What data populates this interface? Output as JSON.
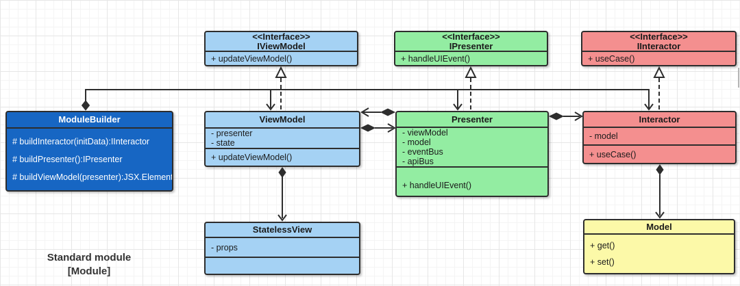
{
  "canvas_label": {
    "line1": "Standard module",
    "line2": "[Module]"
  },
  "colors": {
    "canvas_bg": "#ffffff",
    "grid_minor": "#f4f4f4",
    "grid_major": "#e6e6e6",
    "stroke_dark": "#2d2d2d",
    "text_dark": "#1a1a1a",
    "text_light": "#ffffff",
    "class_blue_dark": "#1766c3",
    "class_blue_light": "#a5d2f4",
    "class_green": "#93eda2",
    "class_red": "#f48f8f",
    "class_yellow": "#fcf9a8"
  },
  "classes": {
    "module_builder": {
      "title": "ModuleBuilder",
      "methods": [
        "# buildInteractor(initData):IInteractor",
        "# buildPresenter():IPresenter",
        "# buildViewModel(presenter):JSX.Element"
      ]
    },
    "i_view_model": {
      "stereotype": "<<Interface>>",
      "name": "IViewModel",
      "methods": [
        "+ updateViewModel()"
      ]
    },
    "i_presenter": {
      "stereotype": "<<Interface>>",
      "name": "IPresenter",
      "methods": [
        "+ handleUIEvent()"
      ]
    },
    "i_interactor": {
      "stereotype": "<<Interface>>",
      "name": "IInteractor",
      "methods": [
        "+ useCase()"
      ]
    },
    "view_model": {
      "title": "ViewModel",
      "attributes": [
        "- presenter",
        "- state"
      ],
      "methods": [
        "+ updateViewModel()"
      ]
    },
    "presenter": {
      "title": "Presenter",
      "attributes": [
        "- viewModel",
        "- model",
        "- eventBus",
        "- apiBus"
      ],
      "methods": [
        "+ handleUIEvent()"
      ]
    },
    "interactor": {
      "title": "Interactor",
      "attributes": [
        "- model"
      ],
      "methods": [
        "+ useCase()"
      ]
    },
    "stateless_view": {
      "title": "StatelessView",
      "attributes": [
        "- props"
      ],
      "methods": []
    },
    "model": {
      "title": "Model",
      "methods": [
        "+ get()",
        "+ set()"
      ]
    }
  },
  "relationships": [
    {
      "type": "composition",
      "from": "ModuleBuilder",
      "to": "ViewModel, Presenter, Interactor"
    },
    {
      "type": "realization",
      "from": "ViewModel",
      "to": "IViewModel"
    },
    {
      "type": "realization",
      "from": "Presenter",
      "to": "IPresenter"
    },
    {
      "type": "realization",
      "from": "Interactor",
      "to": "IInteractor"
    },
    {
      "type": "composition",
      "from": "Presenter",
      "to": "ViewModel"
    },
    {
      "type": "composition",
      "from": "ViewModel",
      "to": "Presenter"
    },
    {
      "type": "composition",
      "from": "Presenter",
      "to": "Interactor"
    },
    {
      "type": "composition",
      "from": "ViewModel",
      "to": "StatelessView"
    },
    {
      "type": "composition",
      "from": "Interactor",
      "to": "Model"
    }
  ]
}
